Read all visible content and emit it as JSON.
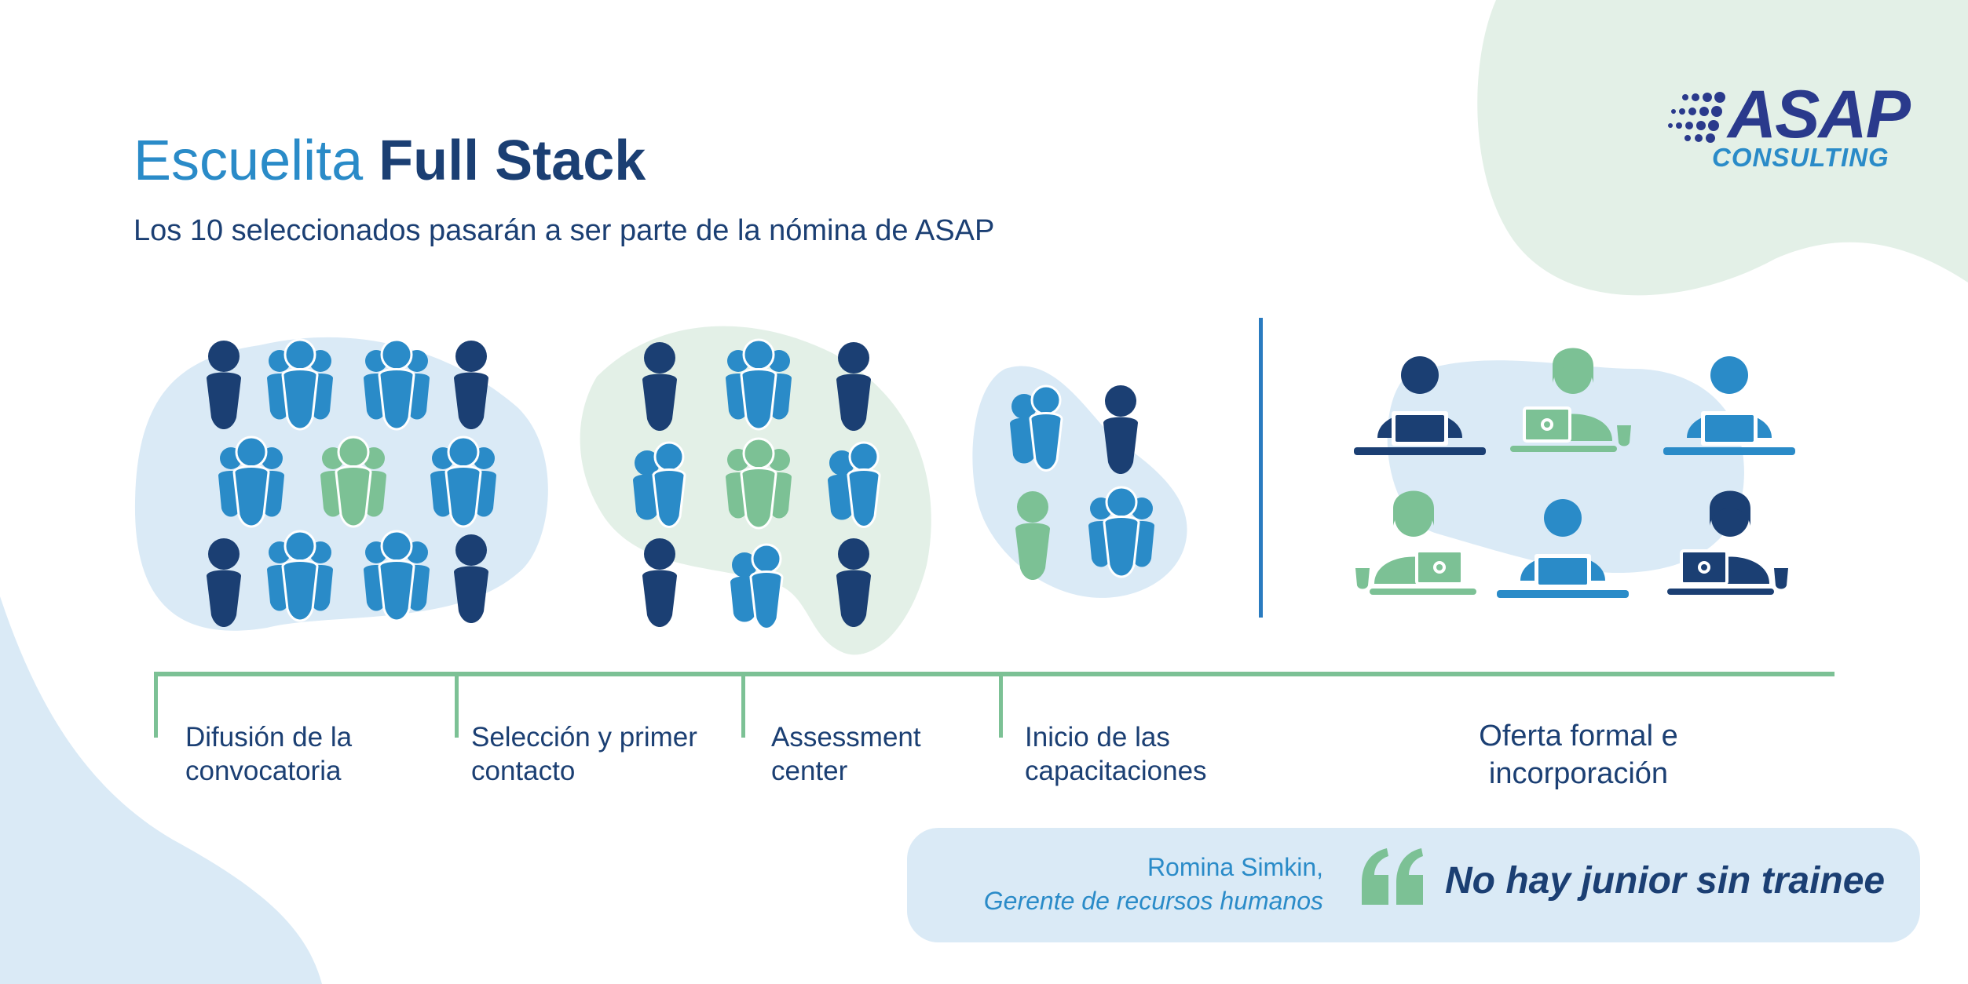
{
  "header": {
    "title_light": "Escuelita",
    "title_bold": "Full Stack",
    "subtitle": "Los 10 seleccionados pasarán a ser parte de la nómina de ASAP"
  },
  "logo": {
    "main": "ASAP",
    "sub": "CONSULTING"
  },
  "timeline": {
    "steps": [
      "Difusión de la\nconvocatoria",
      "Selección y primer\ncontacto",
      "Assessment\ncenter",
      "Inicio de las\ncapacitaciones",
      "Oferta formal e\nincorporación"
    ]
  },
  "quote": {
    "author": "Romina Simkin,",
    "role": "Gerente de recursos humanos",
    "text": "No hay junior sin trainee"
  },
  "colors": {
    "navy": "#1b3f73",
    "blue": "#2a8bc8",
    "green": "#7cc195",
    "light_blue_bg": "#daeaf6",
    "light_green_bg": "#e3f0e7"
  },
  "icons": [
    "person-icon",
    "group-icon",
    "worker-at-laptop-icon",
    "quote-mark-icon"
  ]
}
